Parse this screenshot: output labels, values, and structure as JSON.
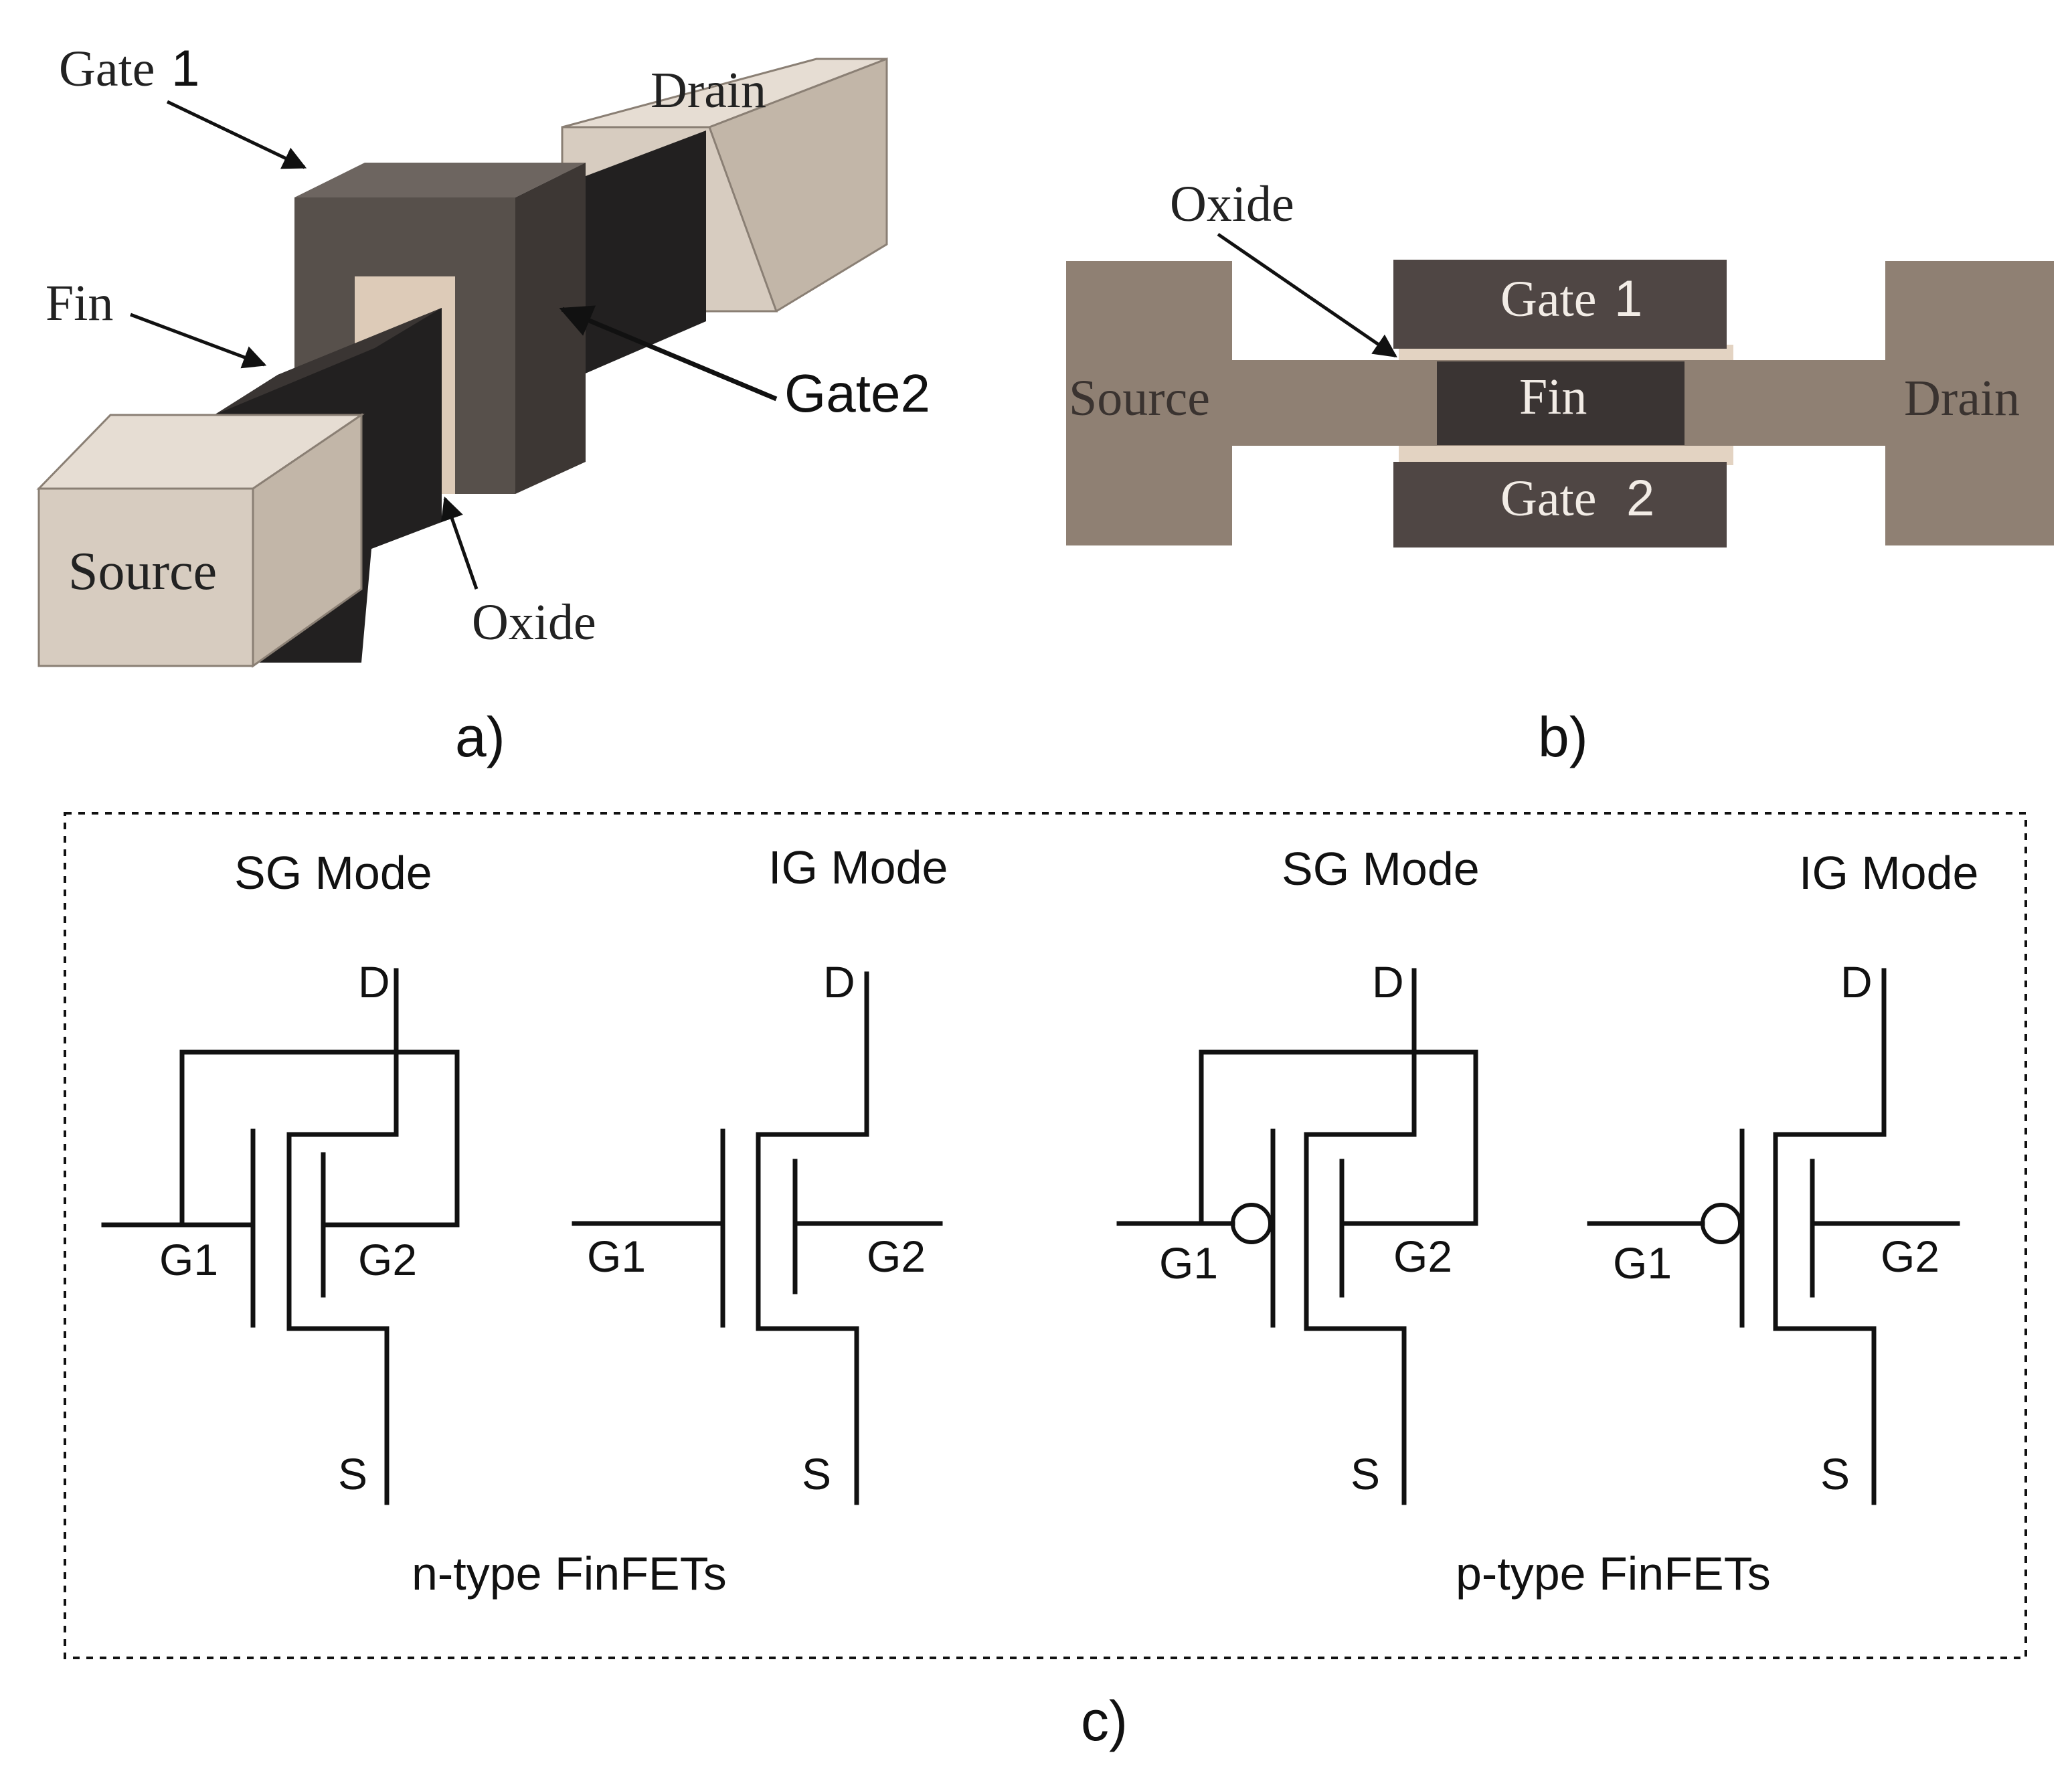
{
  "colors": {
    "contact_front": "#d7ccc0",
    "contact_top": "#e6ddd3",
    "contact_side": "#c2b6a8",
    "gate_front": "#57504b",
    "gate_top": "#6d6560",
    "gate_side": "#3d3734",
    "fin_dark": "#222020",
    "oxide": "#ddcbb8",
    "b_body": "#8f8073",
    "b_gate": "#4f4644",
    "b_oxide": "#e3d3c2"
  },
  "panel_a": {
    "label": "a)",
    "gate1": "Gate",
    "gate1_num": "1",
    "drain": "Drain",
    "fin": "Fin",
    "gate2": "Gate2",
    "source": "Source",
    "oxide": "Oxide"
  },
  "panel_b": {
    "label": "b)",
    "oxide": "Oxide",
    "source": "Source",
    "gate1": "Gate",
    "gate1_num": "1",
    "fin": "Fin",
    "gate2": "Gate",
    "gate2_num": "2",
    "drain": "Drain"
  },
  "panel_c": {
    "label": "c)",
    "ntype_caption": "n-type FinFETs",
    "ptype_caption": "p-type FinFETs",
    "symbols": [
      {
        "mode": "SG Mode",
        "d": "D",
        "s": "S",
        "g1": "G1",
        "g2": "G2"
      },
      {
        "mode": "IG Mode",
        "d": "D",
        "s": "S",
        "g1": "G1",
        "g2": "G2"
      },
      {
        "mode": "SG Mode",
        "d": "D",
        "s": "S",
        "g1": "G1",
        "g2": "G2"
      },
      {
        "mode": "IG Mode",
        "d": "D",
        "s": "S",
        "g1": "G1",
        "g2": "G2"
      }
    ]
  }
}
